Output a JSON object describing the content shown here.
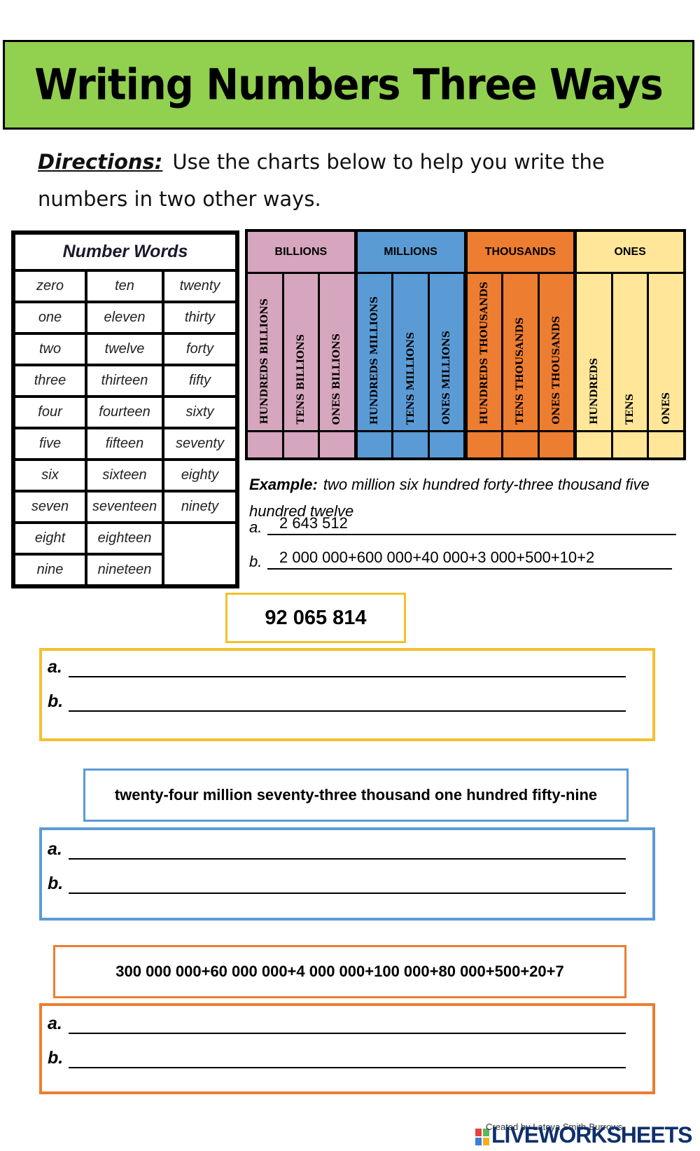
{
  "title": "Writing Numbers Three Ways",
  "directions": {
    "label": "Directions:",
    "text": "Use the charts below to help you write the numbers in two other ways."
  },
  "number_words": {
    "header": "Number Words",
    "rows": [
      [
        "zero",
        "ten",
        "twenty"
      ],
      [
        "one",
        "eleven",
        "thirty"
      ],
      [
        "two",
        "twelve",
        "forty"
      ],
      [
        "three",
        "thirteen",
        "fifty"
      ],
      [
        "four",
        "fourteen",
        "sixty"
      ],
      [
        "five",
        "fifteen",
        "seventy"
      ],
      [
        "six",
        "sixteen",
        "eighty"
      ],
      [
        "seven",
        "seventeen",
        "ninety"
      ],
      [
        "eight",
        "eighteen"
      ],
      [
        "nine",
        "nineteen"
      ]
    ]
  },
  "place_value": {
    "groups": [
      {
        "name": "BILLIONS",
        "color": "#d5a6bd",
        "cols": [
          "HUNDREDS BILLIONS",
          "TENS BILLIONS",
          "ONES BILLIONS"
        ]
      },
      {
        "name": "MILLIONS",
        "color": "#5b9bd5",
        "cols": [
          "HUNDREDS MILLIONS",
          "TENS MILLIONS",
          "ONES MILLIONS"
        ]
      },
      {
        "name": "THOUSANDS",
        "color": "#ed7d31",
        "cols": [
          "HUNDREDS THOUSANDS",
          "TENS THOUSANDS",
          "ONES THOUSANDS"
        ]
      },
      {
        "name": "ONES",
        "color": "#ffe699",
        "cols": [
          "HUNDREDS",
          "TENS",
          "ONES"
        ]
      }
    ]
  },
  "example": {
    "label": "Example:",
    "text": "two million six hundred forty-three thousand five hundred twelve",
    "a_label": "a.",
    "a_value": "2  643  512",
    "b_label": "b.",
    "b_value": "2 000 000+600 000+40 000+3 000+500+10+2"
  },
  "problems": [
    {
      "given": "92 065 814",
      "a_label": "a.",
      "b_label": "b.",
      "color": "#f2c12e"
    },
    {
      "given": "twenty-four million seventy-three thousand one hundred fifty-nine",
      "a_label": "a.",
      "b_label": "b.",
      "color": "#5b9bd5"
    },
    {
      "given": "300 000 000+60 000 000+4 000 000+100 000+80 000+500+20+7",
      "a_label": "a.",
      "b_label": "b.",
      "color": "#ed7d31"
    }
  ],
  "footer": {
    "brand": "LIVEWORKSHEETS",
    "credit": "Created by Latoya Smith-Burrows"
  }
}
